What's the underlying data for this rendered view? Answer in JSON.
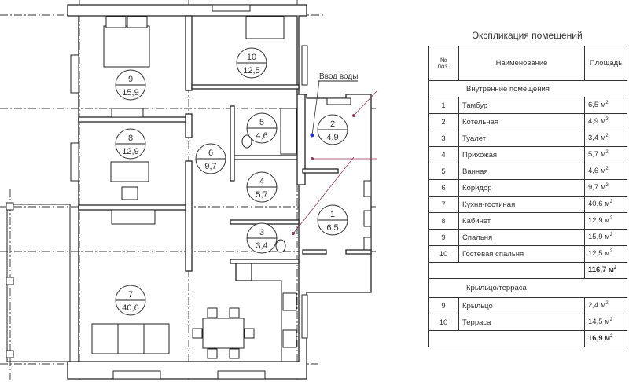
{
  "plan": {
    "water_inlet_label": "Ввод воды",
    "rooms": [
      {
        "num": "9",
        "area": "15,9"
      },
      {
        "num": "10",
        "area": "12,5"
      },
      {
        "num": "8",
        "area": "12,9"
      },
      {
        "num": "6",
        "area": "9,7"
      },
      {
        "num": "5",
        "area": "4,6"
      },
      {
        "num": "2",
        "area": "4,9"
      },
      {
        "num": "4",
        "area": "5,7"
      },
      {
        "num": "1",
        "area": "6,5"
      },
      {
        "num": "3",
        "area": "3,4"
      },
      {
        "num": "7",
        "area": "40,6"
      }
    ],
    "colors": {
      "water_dot": "#2233cc",
      "pipe": "#8a3a5a"
    }
  },
  "table": {
    "title": "Экспликация помещений",
    "headers": {
      "no_line1": "№",
      "no_line2": "поз.",
      "name": "Наименование",
      "area": "Площадь"
    },
    "section1": "Внутренние помещения",
    "rows1": [
      {
        "no": "1",
        "name": "Тамбур",
        "area": "6,5 м",
        "unit": "2"
      },
      {
        "no": "2",
        "name": "Котельная",
        "area": "4,9 м",
        "unit": "2"
      },
      {
        "no": "3",
        "name": "Туалет",
        "area": "3,4 м",
        "unit": "2"
      },
      {
        "no": "4",
        "name": "Прихожая",
        "area": "5,7 м",
        "unit": "2"
      },
      {
        "no": "5",
        "name": "Ванная",
        "area": "4,6 м",
        "unit": "2"
      },
      {
        "no": "6",
        "name": "Коридор",
        "area": "9,7 м",
        "unit": "2"
      },
      {
        "no": "7",
        "name": "Кухня-гостиная",
        "area": "40,6 м",
        "unit": "2"
      },
      {
        "no": "8",
        "name": "Кабинет",
        "area": "12,9 м",
        "unit": "2"
      },
      {
        "no": "9",
        "name": "Спальня",
        "area": "15,9 м",
        "unit": "2"
      },
      {
        "no": "10",
        "name": "Гостевая спальня",
        "area": "12,5 м",
        "unit": "2"
      }
    ],
    "total1": "116,7 м",
    "total1_unit": "2",
    "section2": "Крыльцо/терраса",
    "rows2": [
      {
        "no": "9",
        "name": "Крыльцо",
        "area": "2,4 м",
        "unit": "2"
      },
      {
        "no": "10",
        "name": "Терраса",
        "area": "14,5 м",
        "unit": "2"
      }
    ],
    "total2": "16,9 м",
    "total2_unit": "2"
  }
}
